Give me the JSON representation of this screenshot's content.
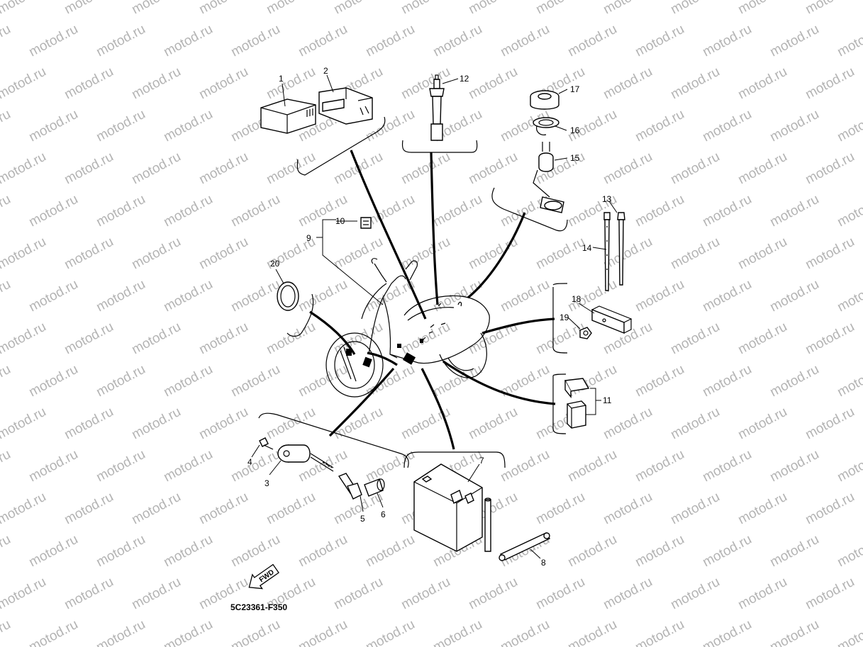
{
  "watermark": {
    "text": "motod.ru"
  },
  "diagram_code": "5C23361-F350",
  "fwd_label": "FWD",
  "callouts": {
    "c1": "1",
    "c2": "2",
    "c3": "3",
    "c4": "4",
    "c5": "5",
    "c6": "6",
    "c7": "7",
    "c8": "8",
    "c9": "9",
    "c10": "10",
    "c11": "11",
    "c12": "12",
    "c13": "13",
    "c14": "14",
    "c15": "15",
    "c16": "16",
    "c17": "17",
    "c18": "18",
    "c19": "19",
    "c20": "20"
  }
}
